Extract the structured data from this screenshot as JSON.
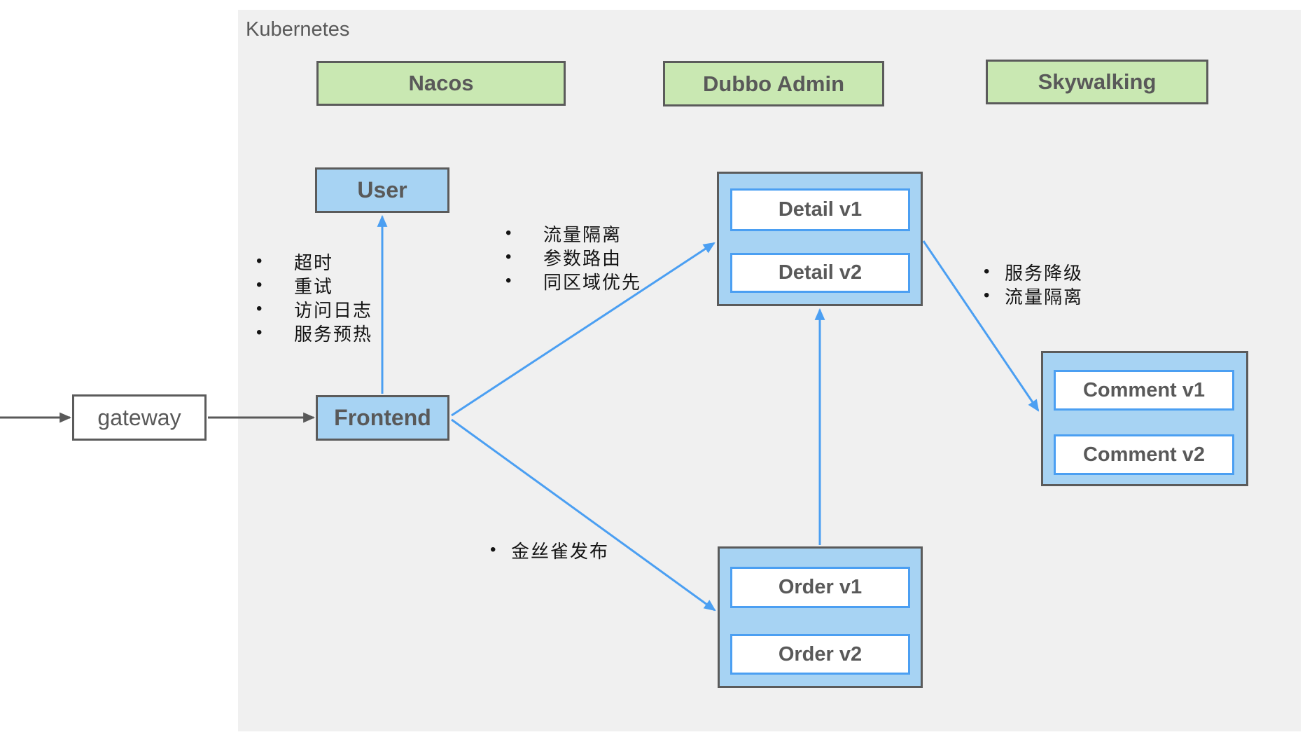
{
  "bullet": "•",
  "kubernetes": {
    "label": "Kubernetes"
  },
  "infra": [
    {
      "label": "Nacos"
    },
    {
      "label": "Dubbo Admin"
    },
    {
      "label": "Skywalking"
    }
  ],
  "nodes": {
    "gateway": {
      "label": "gateway"
    },
    "user": {
      "label": "User"
    },
    "frontend": {
      "label": "Frontend"
    }
  },
  "groups": {
    "detail": {
      "v1": "Detail v1",
      "v2": "Detail v2"
    },
    "order": {
      "v1": "Order v1",
      "v2": "Order v2"
    },
    "comment": {
      "v1": "Comment v1",
      "v2": "Comment v2"
    }
  },
  "annotations": {
    "frontend_user": [
      "超时",
      "重试",
      "访问日志",
      "服务预热"
    ],
    "frontend_detail": [
      "流量隔离",
      "参数路由",
      "同区域优先"
    ],
    "detail_comment": [
      "服务降级",
      "流量隔离"
    ],
    "frontend_order": [
      "金丝雀发布"
    ]
  },
  "colors": {
    "panel_bg": "#f0f0f0",
    "green_fill": "#c9e8b2",
    "blue_fill": "#a7d3f3",
    "border_gray": "#5b5b5b",
    "label_gray": "#595959",
    "arrow_blue": "#4b9ff2",
    "text_black": "#141414"
  }
}
